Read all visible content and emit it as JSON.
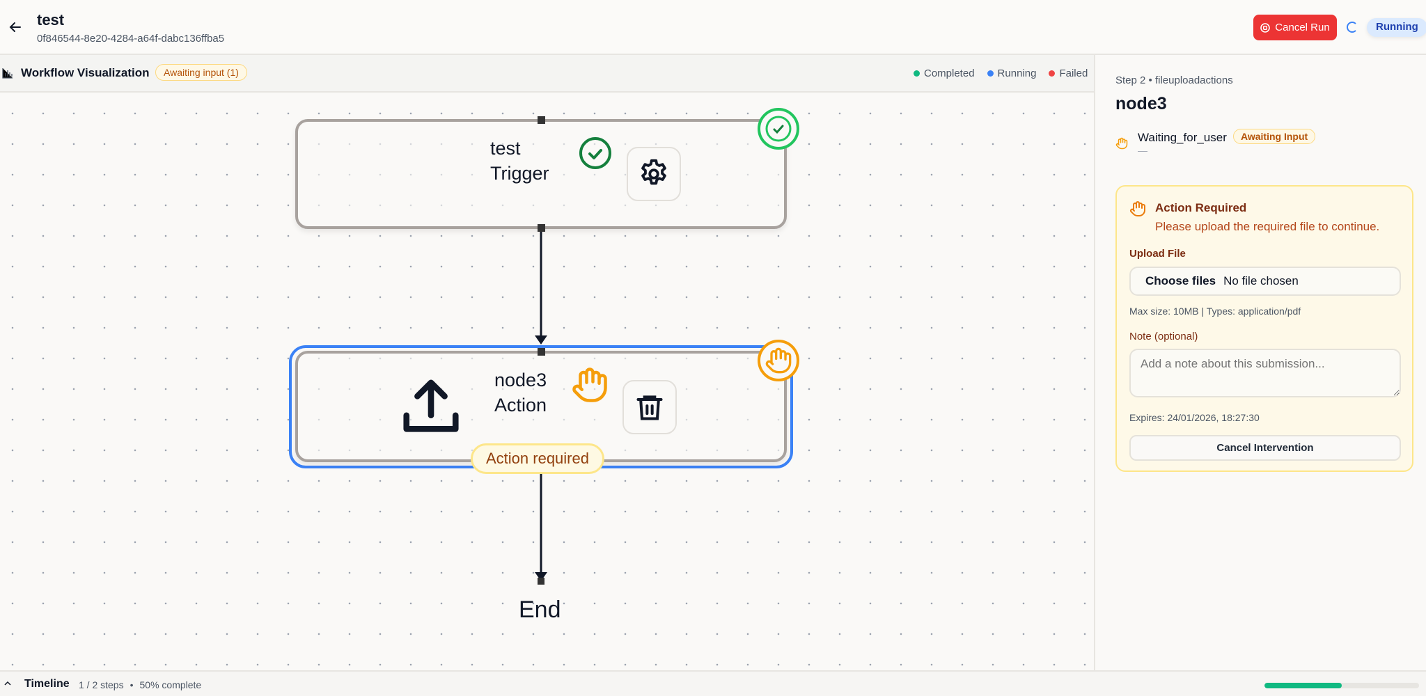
{
  "header": {
    "title": "test",
    "run_id": "0f846544-8e20-4284-a64f-dabc136ffba5",
    "cancel_run_label": "Cancel Run",
    "status_label": "Running"
  },
  "toolbar": {
    "title": "Workflow Visualization",
    "awaiting_badge": "Awaiting input (1)",
    "legend": [
      {
        "label": "Completed",
        "color": "#10b981"
      },
      {
        "label": "Running",
        "color": "#3b82f6"
      },
      {
        "label": "Failed",
        "color": "#ef4444"
      }
    ]
  },
  "canvas": {
    "nodes": [
      {
        "name": "test",
        "type": "Trigger",
        "status": "completed",
        "icon": "gear-icon"
      },
      {
        "name": "node3",
        "type": "Action",
        "status": "awaiting-input",
        "icon": "upload-icon",
        "action_icon": "trash-icon",
        "badge": "Action required"
      }
    ],
    "end_label": "End"
  },
  "panel": {
    "step": "Step 2 • fileuploadactions",
    "title": "node3",
    "state": "Waiting_for_user",
    "state_badge": "Awaiting Input",
    "state_detail": "—",
    "card": {
      "title": "Action Required",
      "message": "Please upload the required file to continue.",
      "upload_label": "Upload File",
      "choose_button": "Choose files",
      "file_status": "No file chosen",
      "file_hint": "Max size: 10MB | Types: application/pdf",
      "note_label": "Note (optional)",
      "note_placeholder": "Add a note about this submission...",
      "note_value": "",
      "expires": "Expires: 24/01/2026, 18:27:30",
      "cancel_button": "Cancel Intervention"
    }
  },
  "footer": {
    "title": "Timeline",
    "steps": "1 / 2 steps",
    "separator": "•",
    "complete": "50% complete",
    "progress_percent": 50,
    "progress_color": "#10b981"
  }
}
